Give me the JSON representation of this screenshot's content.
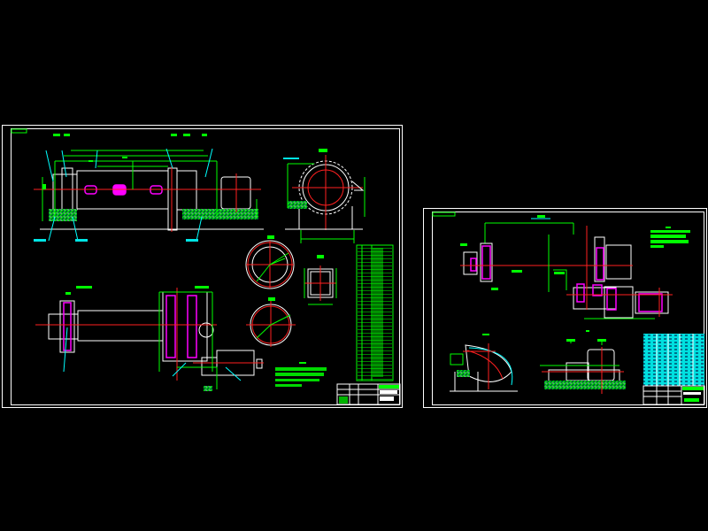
{
  "canvas": {
    "background": "#000000"
  },
  "colors": {
    "frame": "#ffffff",
    "dimension": "#00ff00",
    "centerline": "#ff2020",
    "highlight": "#ff00ff",
    "leader": "#00ffff"
  },
  "sheets": [
    {
      "id": "sheet-1",
      "views": [
        "side-elevation",
        "end-elevation",
        "section-a",
        "section-b",
        "detail-window",
        "plan-view",
        "parts-list",
        "notes",
        "title-block"
      ]
    },
    {
      "id": "sheet-2",
      "views": [
        "drive-plan",
        "notes",
        "end-view",
        "side-view",
        "parts-list",
        "title-block"
      ]
    }
  ]
}
